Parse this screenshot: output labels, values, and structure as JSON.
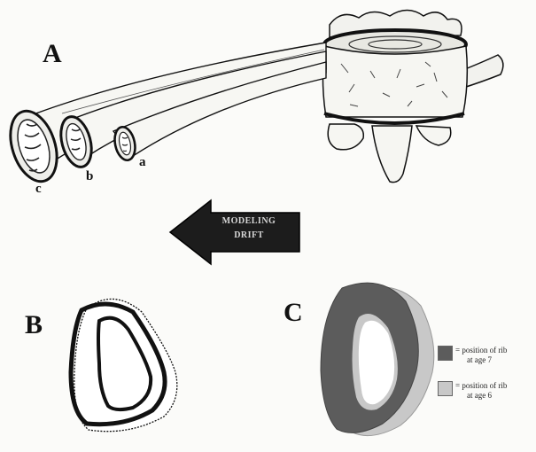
{
  "panels": {
    "a_label": "A",
    "b_label": "B",
    "c_label": "C"
  },
  "ribs": {
    "a": "a",
    "b": "b",
    "c": "c"
  },
  "arrow": {
    "line1": "MODELING",
    "line2": "DRIFT"
  },
  "legend": {
    "age7_line1": "= position of rib",
    "age7_line2": "at age 7",
    "age6_line1": "= position of rib",
    "age6_line2": "at age 6",
    "age7_color": "#5c5c5c",
    "age6_color": "#c8c8c8"
  }
}
